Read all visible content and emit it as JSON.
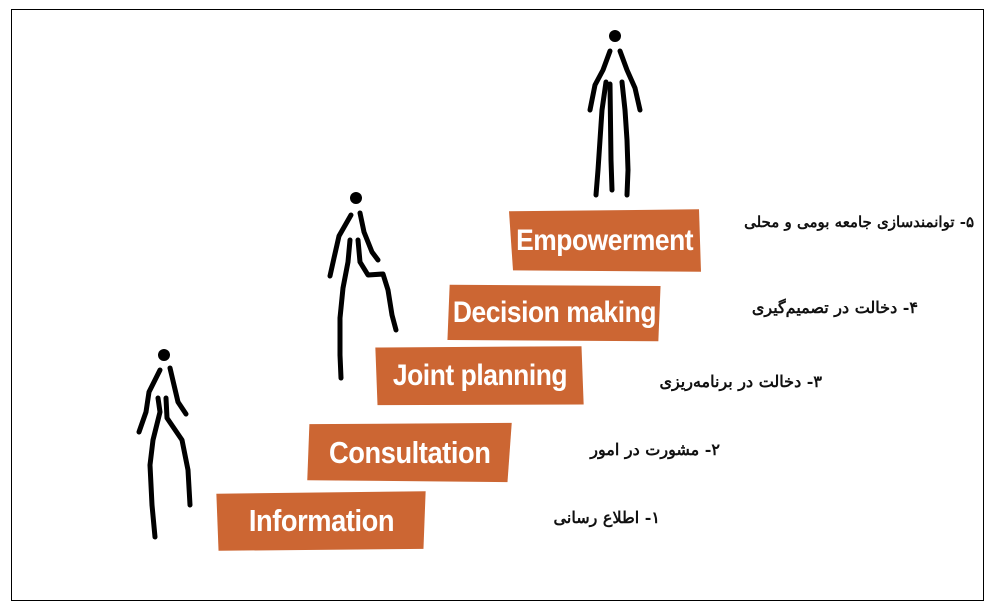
{
  "accent_color": "#cc6633",
  "steps": [
    {
      "label": "Information",
      "caption": "۱- اطلاع رسانی"
    },
    {
      "label": "Consultation",
      "caption": "۲- مشورت در امور"
    },
    {
      "label": "Joint planning",
      "caption": "۳- دخالت در برنامه‌ریزی"
    },
    {
      "label": "Decision making",
      "caption": "۴- دخالت در تصمیم‌گیری"
    },
    {
      "label": "Empowerment",
      "caption": "۵- توانمندسازی جامعه بومی و محلی"
    }
  ],
  "figures": [
    "walking-figure",
    "climbing-figure",
    "standing-figure"
  ]
}
